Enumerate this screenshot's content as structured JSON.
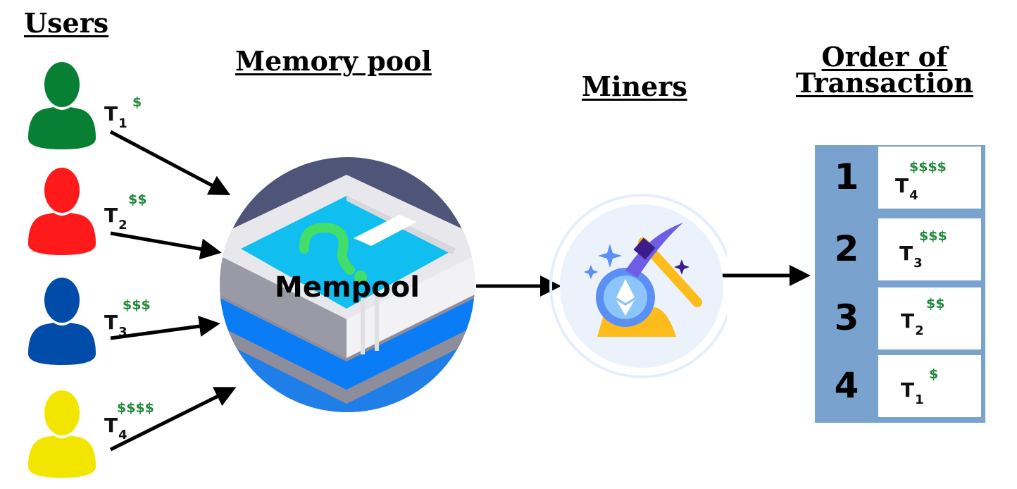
{
  "titles": {
    "users": "Users",
    "memory_pool": "Memory pool",
    "miners": "Miners",
    "order_line1": "Order of",
    "order_line2": "Transaction"
  },
  "users": [
    {
      "name": "user-1",
      "color": "#078034",
      "tx": "T",
      "tx_index": "1",
      "fee": "$"
    },
    {
      "name": "user-2",
      "color": "#fe1a1a",
      "tx": "T",
      "tx_index": "2",
      "fee": "$$"
    },
    {
      "name": "user-3",
      "color": "#024ca9",
      "tx": "T",
      "tx_index": "3",
      "fee": "$$$"
    },
    {
      "name": "user-4",
      "color": "#f2e600",
      "tx": "T",
      "tx_index": "4",
      "fee": "$$$$"
    }
  ],
  "mempool": {
    "label": "Mempool",
    "icon": "pool-icon"
  },
  "miner": {
    "icon": "pickaxe-ethereum-icon"
  },
  "order": {
    "rows": [
      {
        "rank": "1",
        "tx": "T",
        "tx_index": "4",
        "fee": "$$$$"
      },
      {
        "rank": "2",
        "tx": "T",
        "tx_index": "3",
        "fee": "$$$"
      },
      {
        "rank": "3",
        "tx": "T",
        "tx_index": "2",
        "fee": "$$"
      },
      {
        "rank": "4",
        "tx": "T",
        "tx_index": "1",
        "fee": "$"
      }
    ]
  },
  "colors": {
    "fee": "#1e8a3a",
    "table_bg": "#7aa2cf"
  }
}
